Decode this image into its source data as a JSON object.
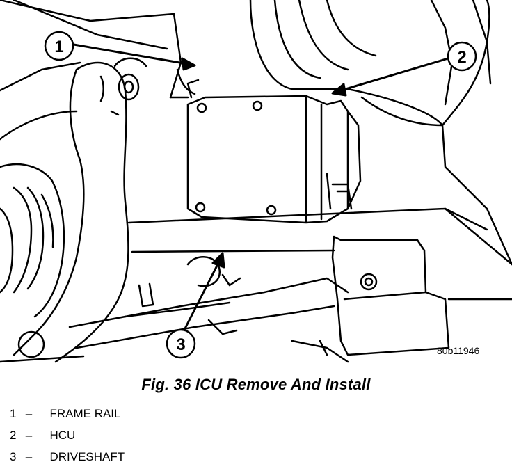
{
  "figure": {
    "code": "80b11946",
    "caption": "Fig. 36 ICU Remove And Install",
    "callouts": [
      "1",
      "2",
      "3"
    ]
  },
  "legend": [
    {
      "number": "1",
      "dash": "–",
      "label": "FRAME RAIL"
    },
    {
      "number": "2",
      "dash": "–",
      "label": "HCU"
    },
    {
      "number": "3",
      "dash": "–",
      "label": "DRIVESHAFT"
    }
  ]
}
